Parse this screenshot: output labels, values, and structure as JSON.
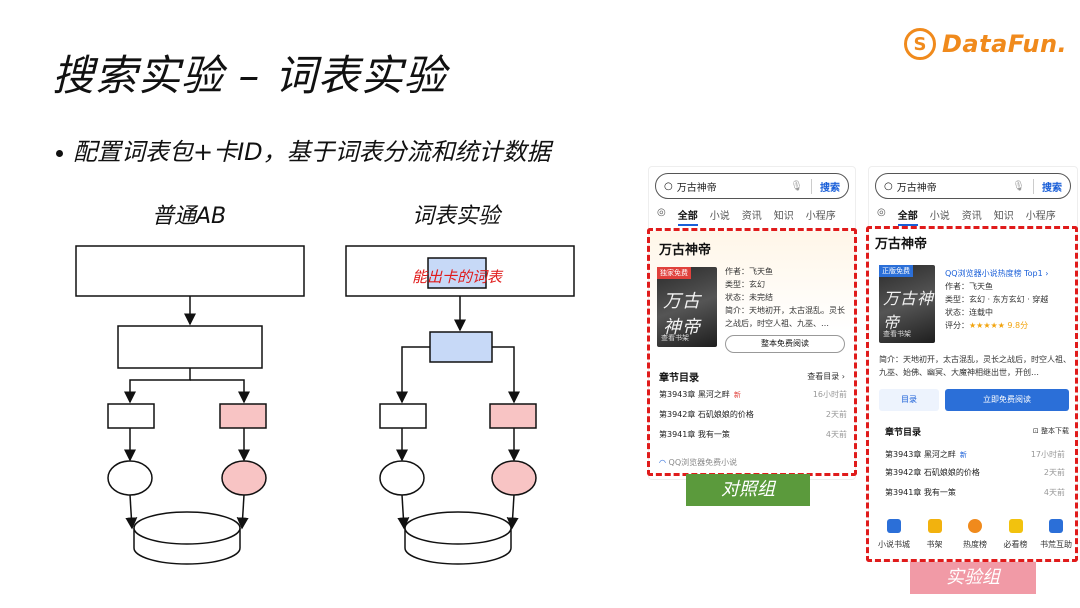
{
  "slide": {
    "title": "搜索实验 – 词表实验",
    "bullet": "配置词表包+卡ID，基于词表分流和统计数据",
    "logo_text": "DataFun.",
    "logo_mark": "S"
  },
  "diagram": {
    "label_ab": "普通AB",
    "label_vocab": "词表实验",
    "vocab_card_text": "能出卡的词表"
  },
  "colors": {
    "accent_red": "#e01b1b",
    "pink": "#f8c4c4",
    "blue": "#c7d9f7",
    "green_label": "#5b9a3c",
    "pink_label": "#f19aa6",
    "brand_orange": "#f08a1c"
  },
  "control_phone": {
    "search_query": "万古神帝",
    "search_button": "搜索",
    "tabs": [
      "全部",
      "小说",
      "资讯",
      "知识",
      "小程序"
    ],
    "book_title": "万古神帝",
    "cover_tag": "独家免费",
    "cover_calligraphy": "万古神帝",
    "cover_bottom": "查看书架",
    "author": "作者：飞天鱼",
    "genre": "类型：玄幻",
    "status": "状态：未完结",
    "intro": "简介：天地初开，太古混乱。灵长之战后，时空人祖、九巫、…",
    "read_button": "整本免费阅读",
    "toc_title": "章节目录",
    "toc_more": "查看目录 ›",
    "chapters": [
      {
        "name": "第3943章 黑河之畔",
        "new": "新",
        "time": "16小时前"
      },
      {
        "name": "第3942章 石矶娘娘的价格",
        "new": "",
        "time": "2天前"
      },
      {
        "name": "第3941章 我有一策",
        "new": "",
        "time": "4天前"
      }
    ],
    "footer": "QQ浏览器免费小说",
    "group_label": "对照组"
  },
  "experiment_phone": {
    "search_query": "万古神帝",
    "search_button": "搜索",
    "tabs": [
      "全部",
      "小说",
      "资讯",
      "知识",
      "小程序"
    ],
    "book_title": "万古神帝",
    "cover_tag": "正版免费",
    "cover_calligraphy": "万古神帝",
    "cover_bottom": "查看书架",
    "rank": "QQ浏览器小说热度榜 Top1 ›",
    "author": "作者：飞天鱼",
    "genre": "类型：玄幻 · 东方玄幻 · 穿越",
    "status": "状态：连载中",
    "rating_label": "评分：",
    "rating_stars": "★★★★★",
    "rating_value": "9.8分",
    "intro": "简介：天地初开，太古混乱，灵长之战后，时空人祖、九巫、始佛、幽冥、大魔神相继出世，开创…",
    "toc_button": "目录",
    "read_button": "立即免费阅读",
    "toc_title": "章节目录",
    "download": "⊡ 整本下载",
    "chapters": [
      {
        "name": "第3943章 黑河之畔",
        "new": "新",
        "time": "17小时前"
      },
      {
        "name": "第3942章 石矶娘娘的价格",
        "new": "",
        "time": "2天前"
      },
      {
        "name": "第3941章 我有一策",
        "new": "",
        "time": "4天前"
      }
    ],
    "nav": [
      "小说书城",
      "书架",
      "热度榜",
      "必看榜",
      "书荒互助"
    ],
    "group_label": "实验组"
  }
}
